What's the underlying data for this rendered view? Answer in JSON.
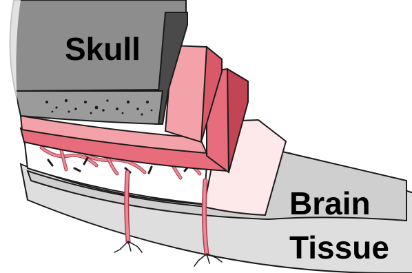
{
  "labels": {
    "skull": "Skull",
    "brain_line1": "Brain",
    "brain_line2": "Tissue"
  },
  "colors": {
    "outline": "#1a1a1a",
    "skull_top": "#7a7a7a",
    "skull_front": "#8d8d8d",
    "skull_side": "#4a4a4a",
    "diploe": "#9b9b9b",
    "dura_front": "#f4a2aa",
    "dura_side": "#d85a68",
    "arachnoid_front": "#e76c7c",
    "arachnoid_side": "#c34455",
    "pia_front": "#fde8ea",
    "cortex_front": "#cfcfcf",
    "white_matter": "#dedede",
    "vessel": "#e58c96",
    "vessel_dark": "#b23a4c",
    "text": "#000000"
  }
}
